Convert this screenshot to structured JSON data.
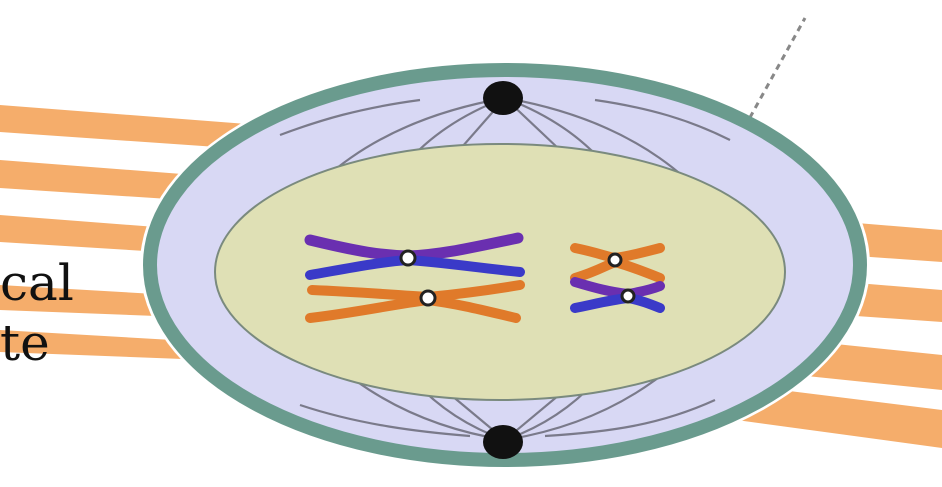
{
  "image": {
    "background_color": "#ffffff",
    "cropped_text": {
      "line_1": "cal",
      "line_2": "te"
    },
    "colors": {
      "background_bands": "#f5ad6b",
      "cell_membrane": "#6a9b8e",
      "cytoplasm": "#d8d8f4",
      "nuclear_region": "#dfe0b5",
      "nuclear_outline": "#7a8a7e",
      "spindle_fiber": "#7a7a8a",
      "centrosome": "#111111",
      "chromosome_purple": "#6a2fb0",
      "chromosome_blue": "#3a3ac8",
      "chromosome_orange": "#e07a2a",
      "centromere": "#222222"
    },
    "icons": [
      "cell-diagram",
      "centrosome",
      "chromosome",
      "spindle-fiber"
    ]
  }
}
